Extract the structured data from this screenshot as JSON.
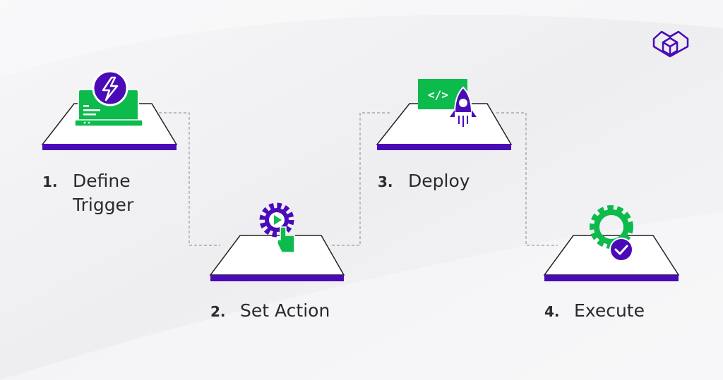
{
  "colors": {
    "purple": "#4a0ab8",
    "green": "#0dbb4c",
    "background": "#f4f4f6",
    "text": "#2a2a2e"
  },
  "steps": [
    {
      "number": "1.",
      "label_line1": "Define",
      "label_line2": "Trigger",
      "icon": "laptop-lightning-icon"
    },
    {
      "number": "2.",
      "label_line1": "Set Action",
      "icon": "gear-play-hand-icon"
    },
    {
      "number": "3.",
      "label_line1": "Deploy",
      "icon": "code-rocket-icon"
    },
    {
      "number": "4.",
      "label_line1": "Execute",
      "icon": "gear-check-icon"
    }
  ],
  "logo": "cube-heart-logo"
}
